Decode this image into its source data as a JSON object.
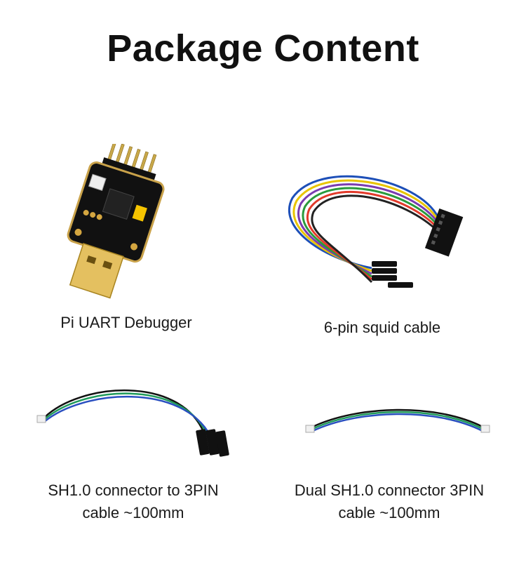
{
  "page": {
    "title": "Package Content"
  },
  "items": [
    {
      "caption_lines": [
        "Pi UART Debugger"
      ]
    },
    {
      "caption_lines": [
        "6-pin squid cable"
      ]
    },
    {
      "caption_lines": [
        "SH1.0 connector to 3PIN",
        "cable ~100mm"
      ]
    },
    {
      "caption_lines": [
        "Dual SH1.0 connector 3PIN",
        "cable ~100mm"
      ]
    }
  ]
}
